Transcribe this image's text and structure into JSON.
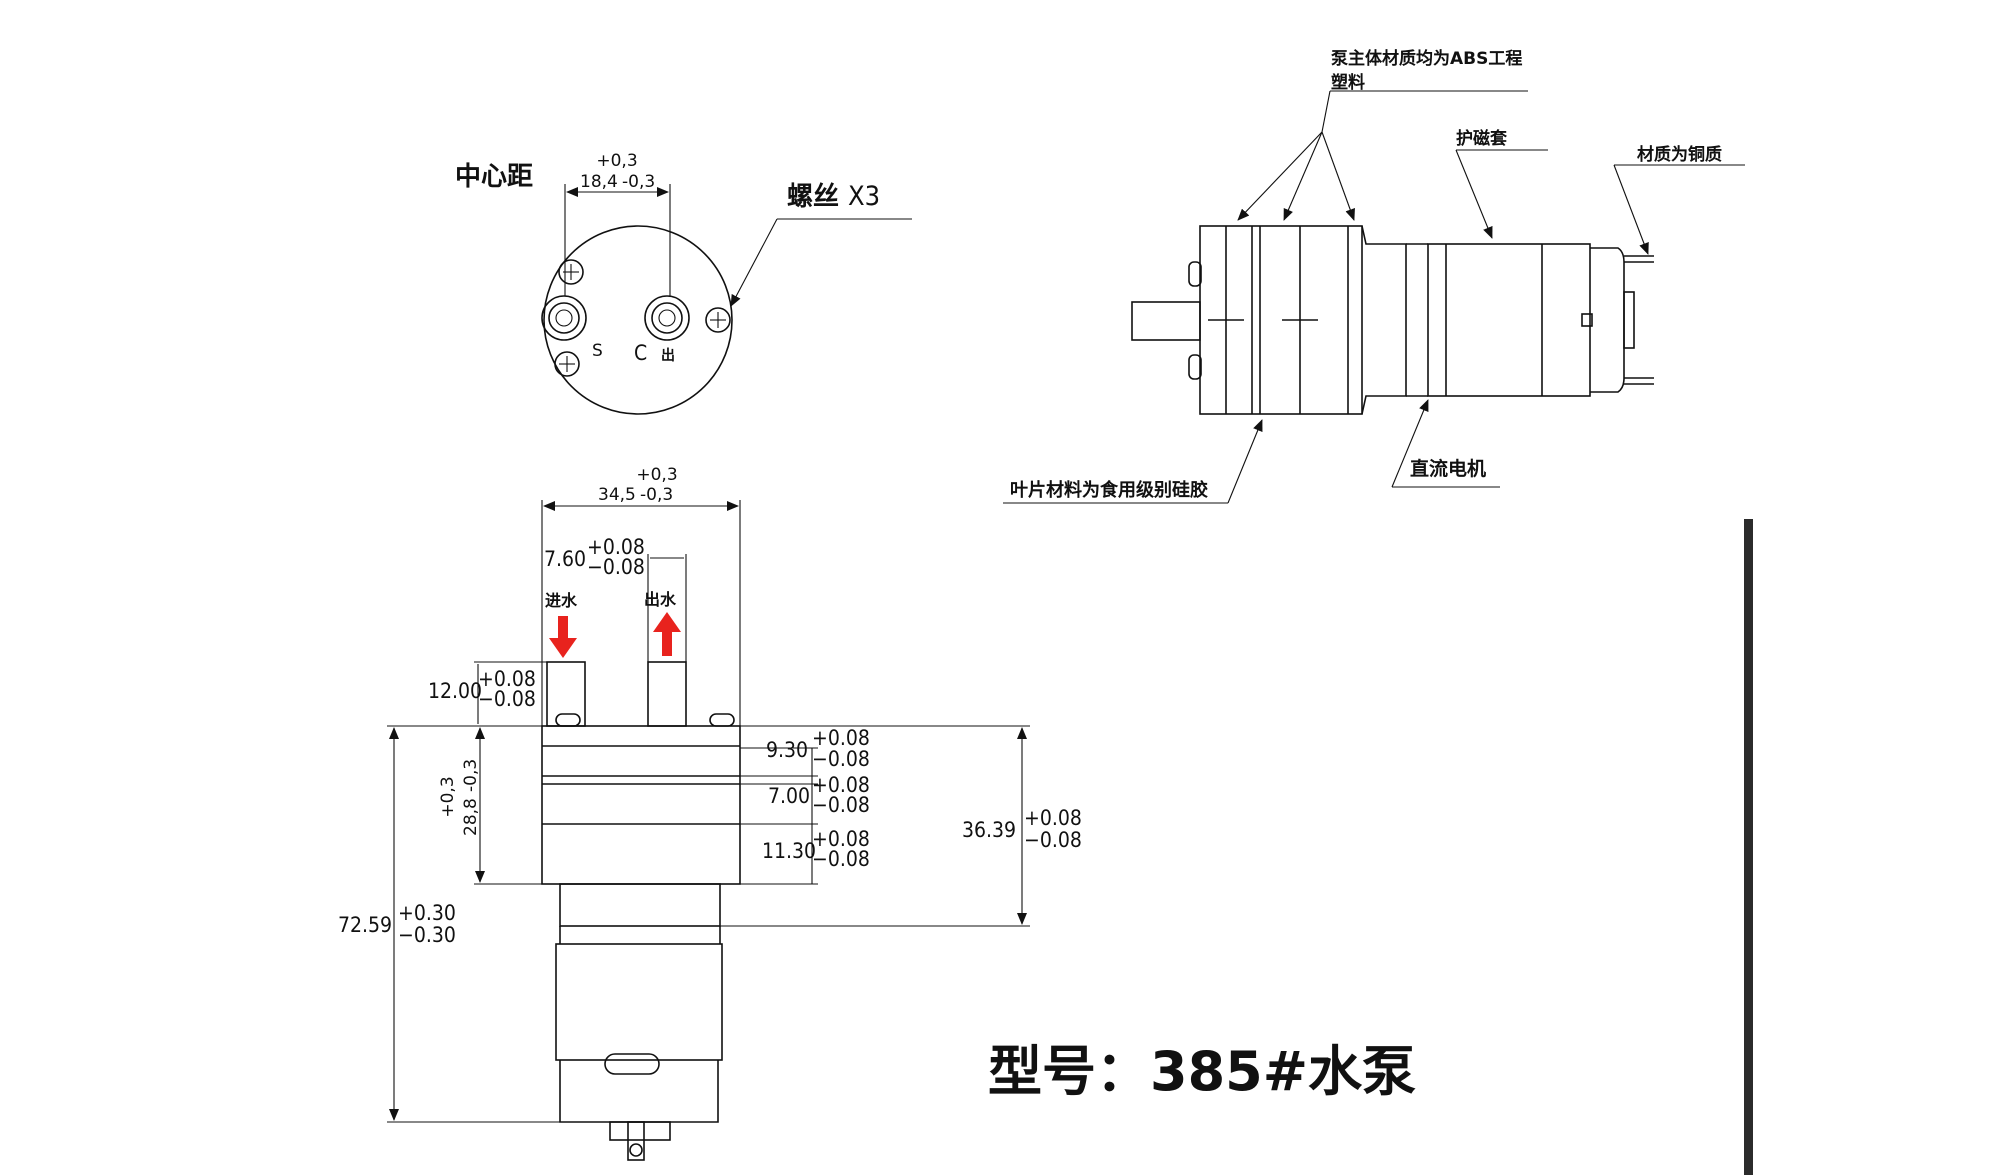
{
  "title": "型号：385#水泵",
  "top_view": {
    "center_distance_label": "中心距",
    "center_distance_nominal": "18,4",
    "center_distance_tol_upper": "+0,3",
    "center_distance_tol_lower": "-0,3",
    "screw_label": "螺丝",
    "screw_count": "X3",
    "port_s": "S",
    "port_c": "C",
    "port_out": "出"
  },
  "side_view": {
    "body_material": [
      "泵主体材质均为ABS工程",
      "塑料"
    ],
    "cover_label": "护磁套",
    "terminal_material": "材质为铜质",
    "blade_material": "叶片材料为食用级别硅胶",
    "motor_label": "直流电机"
  },
  "front_view": {
    "inlet_label": "进水",
    "outlet_label": "出水",
    "width_nominal": "34,5",
    "width_tol_upper": "+0,3",
    "width_tol_lower": "-0,3",
    "spacing_nominal": "7.60",
    "spacing_tol_upper": "+0.08",
    "spacing_tol_lower": "−0.08",
    "nozzle_nominal": "12.00",
    "nozzle_tol_upper": "+0.08",
    "nozzle_tol_lower": "−0.08",
    "head_height_nominal": "28,8",
    "head_height_tol_upper": "+0,3",
    "head_height_tol_lower": "-0,3",
    "layer1_nominal": "9.30",
    "layer1_tol_upper": "+0.08",
    "layer1_tol_lower": "−0.08",
    "layer2_nominal": "7.00",
    "layer2_tol_upper": "+0.08",
    "layer2_tol_lower": "−0.08",
    "layer3_nominal": "11.30",
    "layer3_tol_upper": "+0.08",
    "layer3_tol_lower": "−0.08",
    "pump_height_nominal": "36.39",
    "pump_height_tol_upper": "+0.08",
    "pump_height_tol_lower": "−0.08",
    "total_height_nominal": "72.59",
    "total_height_tol_upper": "+0.30",
    "total_height_tol_lower": "−0.30"
  },
  "colors": {
    "line": "#111111",
    "arrow": "#e8231e",
    "scrollbar": "#2b2b2b"
  }
}
